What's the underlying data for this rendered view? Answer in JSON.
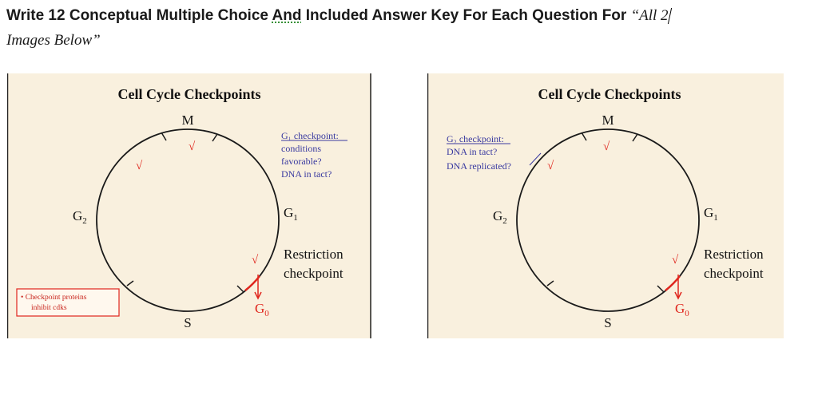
{
  "heading": {
    "part1": "Write 12 Conceptual Multiple Choice ",
    "part_underlined": "And",
    "part2": " Included Answer Key For Each Question For ",
    "part_italic": "“All 2",
    "line2": "Images Below”"
  },
  "diagrams": [
    {
      "title": "Cell Cycle Checkpoints",
      "phase_m": "M",
      "phase_g1": "G",
      "phase_g1_sub": "1",
      "phase_g2": "G",
      "phase_g2_sub": "2",
      "phase_s": "S",
      "phase_g0": "G",
      "phase_g0_sub": "0",
      "note_lines": [
        "G₁ checkpoint:",
        "conditions",
        "favorable?",
        "DNA in tact?"
      ],
      "restriction_lines": [
        "Restriction",
        "checkpoint"
      ],
      "box_lines": [
        "• Checkpoint proteins",
        "inhibit cdks"
      ],
      "check_mark": "√"
    },
    {
      "title": "Cell Cycle Checkpoints",
      "phase_m": "M",
      "phase_g1": "G",
      "phase_g1_sub": "1",
      "phase_g2": "G",
      "phase_g2_sub": "2",
      "phase_s": "S",
      "phase_g0": "G",
      "phase_g0_sub": "0",
      "note_lines": [
        "G₂ checkpoint:",
        "DNA in tact?",
        "DNA replicated?"
      ],
      "restriction_lines": [
        "Restriction",
        "checkpoint"
      ],
      "check_mark": "√"
    }
  ],
  "colors": {
    "panel_bg": "#f9f0de",
    "note_blue": "#3a3aa0",
    "check_red": "#e0261e",
    "circle": "#1a1a1a"
  }
}
